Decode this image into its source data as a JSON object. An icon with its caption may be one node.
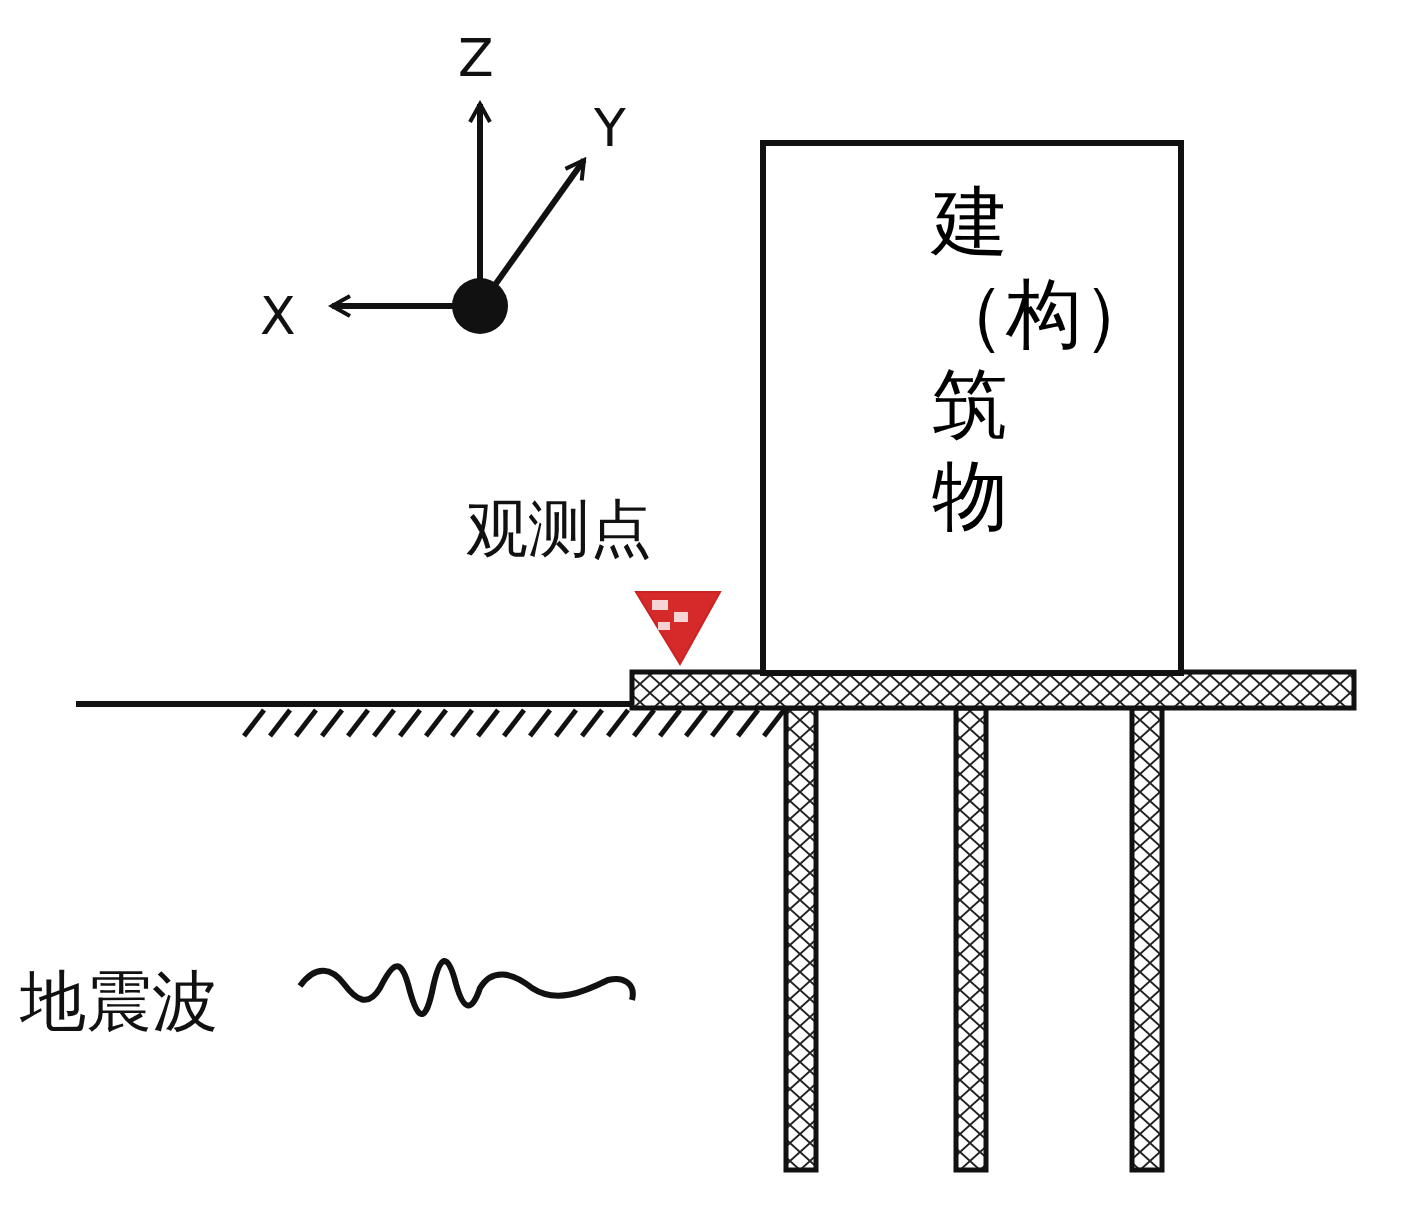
{
  "diagram": {
    "nodes": [
      {
        "text": [
          "建（构）筑物"
        ]
      }
    ],
    "labels": [
      "Z",
      "Y",
      "X",
      "观测点",
      "地震波"
    ]
  }
}
